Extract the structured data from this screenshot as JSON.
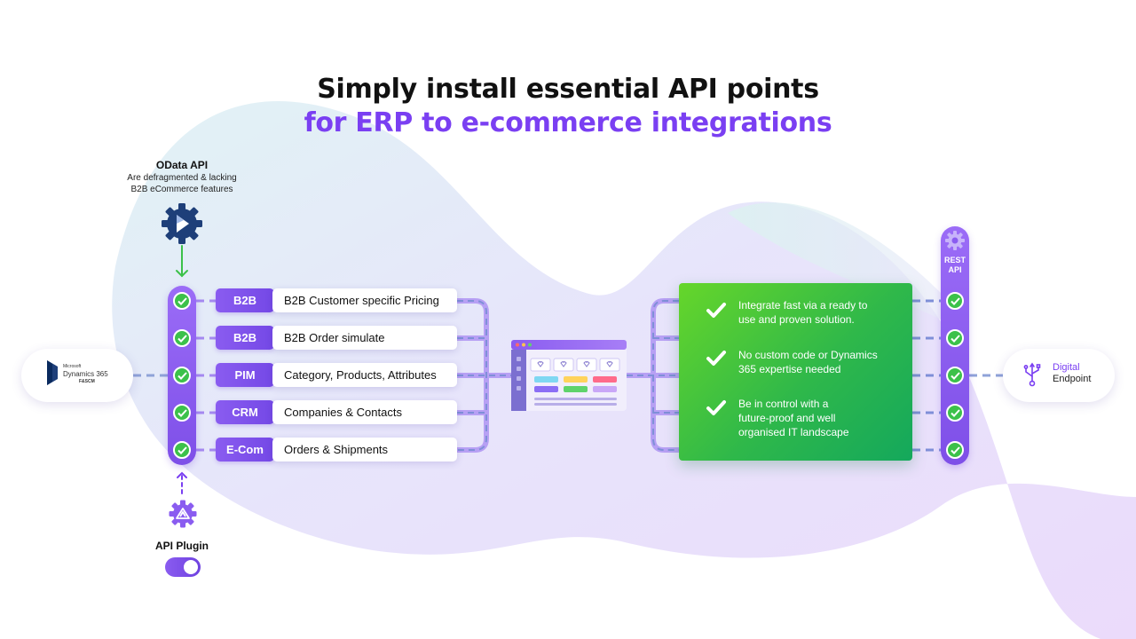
{
  "title": {
    "line1": "Simply install essential API points",
    "line2": "for ERP to e-commerce integrations"
  },
  "odata": {
    "title": "OData API",
    "desc_line1": "Are defragmented & lacking",
    "desc_line2": "B2B eCommerce features"
  },
  "erp": {
    "small": "Microsoft",
    "name": "Dynamics 365",
    "sub": "F&SCM"
  },
  "rows": [
    {
      "tag": "B2B",
      "label": "B2B Customer specific Pricing"
    },
    {
      "tag": "B2B",
      "label": "B2B Order simulate"
    },
    {
      "tag": "PIM",
      "label": "Category, Products, Attributes"
    },
    {
      "tag": "CRM",
      "label": "Companies & Contacts"
    },
    {
      "tag": "E-Com",
      "label": "Orders & Shipments"
    }
  ],
  "features": [
    {
      "line1": "Integrate fast via a ready to",
      "line2": "use and proven solution.",
      "line3": ""
    },
    {
      "line1": "No custom code or Dynamics",
      "line2": "365 expertise needed",
      "line3": ""
    },
    {
      "line1": "Be in control with a",
      "line2": "future-proof and well",
      "line3": "organised IT landscape"
    }
  ],
  "rest_api": {
    "line1": "REST",
    "line2": "API"
  },
  "endpoint": {
    "line1": "Digital",
    "line2": "Endpoint"
  },
  "plugin": {
    "label": "API Plugin",
    "enabled": true
  },
  "colors": {
    "accent": "#7a3ff2",
    "green": "#3cc14a",
    "dashed_line": "#8fa3d8",
    "d365_blue": "#1e3f79"
  },
  "icons": {
    "d365": "dynamics-gear-icon",
    "plugin": "plugin-gear-icon",
    "rest": "gear-icon",
    "endpoint": "usb-icon",
    "check": "check-icon"
  }
}
